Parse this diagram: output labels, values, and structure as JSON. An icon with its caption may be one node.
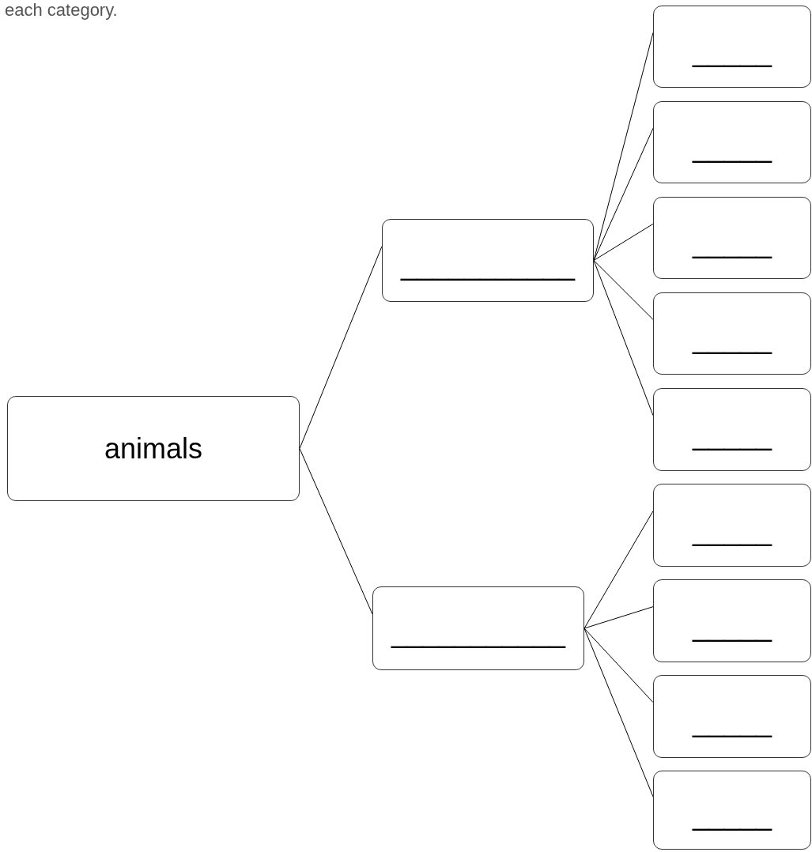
{
  "diagram": {
    "nodes": [
      {
        "text": [
          "animals"
        ]
      },
      {
        "text": [
          "___________"
        ]
      },
      {
        "text": [
          "___________"
        ]
      },
      {
        "text": [
          "_____"
        ]
      },
      {
        "text": [
          "_____"
        ]
      },
      {
        "text": [
          "_____"
        ]
      },
      {
        "text": [
          "_____"
        ]
      },
      {
        "text": [
          "_____"
        ]
      },
      {
        "text": [
          "_____"
        ]
      },
      {
        "text": [
          "_____"
        ]
      },
      {
        "text": [
          "_____"
        ]
      },
      {
        "text": [
          "_____"
        ]
      }
    ],
    "edges": [
      {
        "from": 0,
        "to": 1,
        "arrow": "none"
      },
      {
        "from": 0,
        "to": 2,
        "arrow": "none"
      },
      {
        "from": 1,
        "to": 3,
        "arrow": "none"
      },
      {
        "from": 1,
        "to": 4,
        "arrow": "none"
      },
      {
        "from": 1,
        "to": 5,
        "arrow": "none"
      },
      {
        "from": 1,
        "to": 6,
        "arrow": "none"
      },
      {
        "from": 1,
        "to": 7,
        "arrow": "none"
      },
      {
        "from": 2,
        "to": 8,
        "arrow": "none"
      },
      {
        "from": 2,
        "to": 9,
        "arrow": "none"
      },
      {
        "from": 2,
        "to": 10,
        "arrow": "none"
      },
      {
        "from": 2,
        "to": 11,
        "arrow": "none"
      }
    ],
    "labels": [
      "each category."
    ]
  }
}
